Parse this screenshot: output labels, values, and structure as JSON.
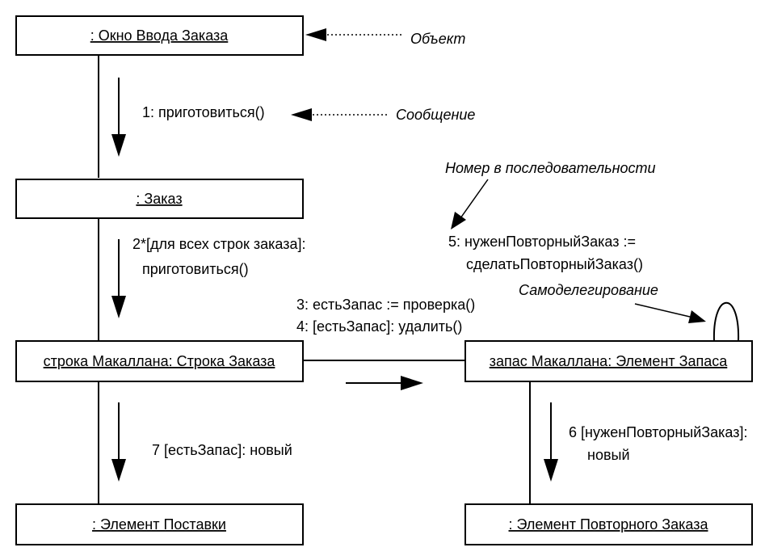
{
  "objects": {
    "order_entry_window": ": Окно Ввода Заказа",
    "order": ": Заказ",
    "order_line": "строка Макаллана: Строка Заказа",
    "stock_item": "запас Макаллана: Элемент Запаса",
    "delivery_item": ": Элемент Поставки",
    "reorder_item": ": Элемент Повторного Заказа"
  },
  "messages": {
    "m1": "1: приготовиться()",
    "m2_line1": "2*[для всех строк заказа]:",
    "m2_line2": "приготовиться()",
    "m3": "3: естьЗапас := проверка()",
    "m4": "4: [естьЗапас]: удалить()",
    "m5_line1": "5: нуженПовторныйЗаказ :=",
    "m5_line2": "сделатьПовторныйЗаказ()",
    "m6_line1": "6 [нуженПовторныйЗаказ]:",
    "m6_line2": "новый",
    "m7": "7 [естьЗапас]: новый"
  },
  "annotations": {
    "object": "Объект",
    "message": "Сообщение",
    "sequence_number": "Номер в последовательности",
    "self_delegation": "Самоделегирование"
  }
}
